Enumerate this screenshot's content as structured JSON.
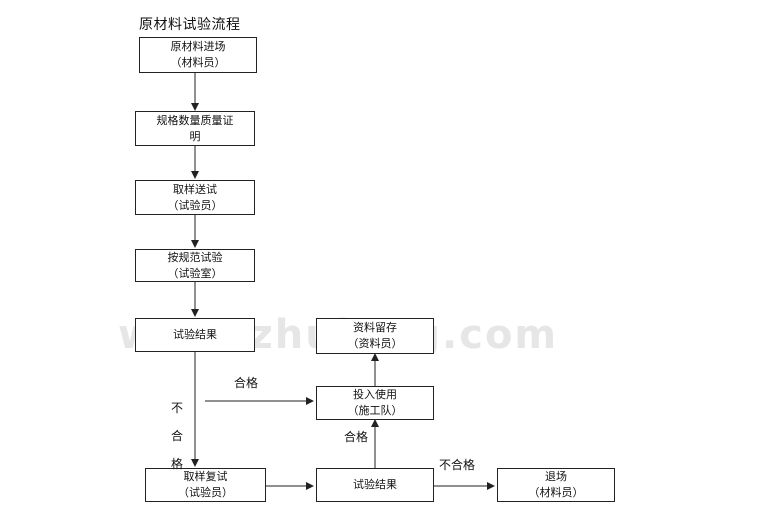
{
  "title": "原材料试验流程",
  "boxes": {
    "incoming": {
      "line1": "原材料进场",
      "line2": "（材料员）"
    },
    "spec_check": {
      "line1": "规格数量质量证",
      "line2": "明"
    },
    "sampling": {
      "line1": "取样送试",
      "line2": "（试验员）"
    },
    "testing": {
      "line1": "按规范试验",
      "line2": "（试验室）"
    },
    "result1": {
      "line1": "试验结果"
    },
    "archive": {
      "line1": "资料留存",
      "line2": "（资料员）"
    },
    "use": {
      "line1": "投入使用",
      "line2": "（施工队）"
    },
    "resample": {
      "line1": "取样复试",
      "line2": "（试验员）"
    },
    "result2": {
      "line1": "试验结果"
    },
    "return": {
      "line1": "退场",
      "line2": "（材料员）"
    }
  },
  "labels": {
    "pass1": "合格",
    "pass2": "合格",
    "fail_v": [
      "不",
      "合",
      "格"
    ],
    "fail_h": "不合格"
  }
}
